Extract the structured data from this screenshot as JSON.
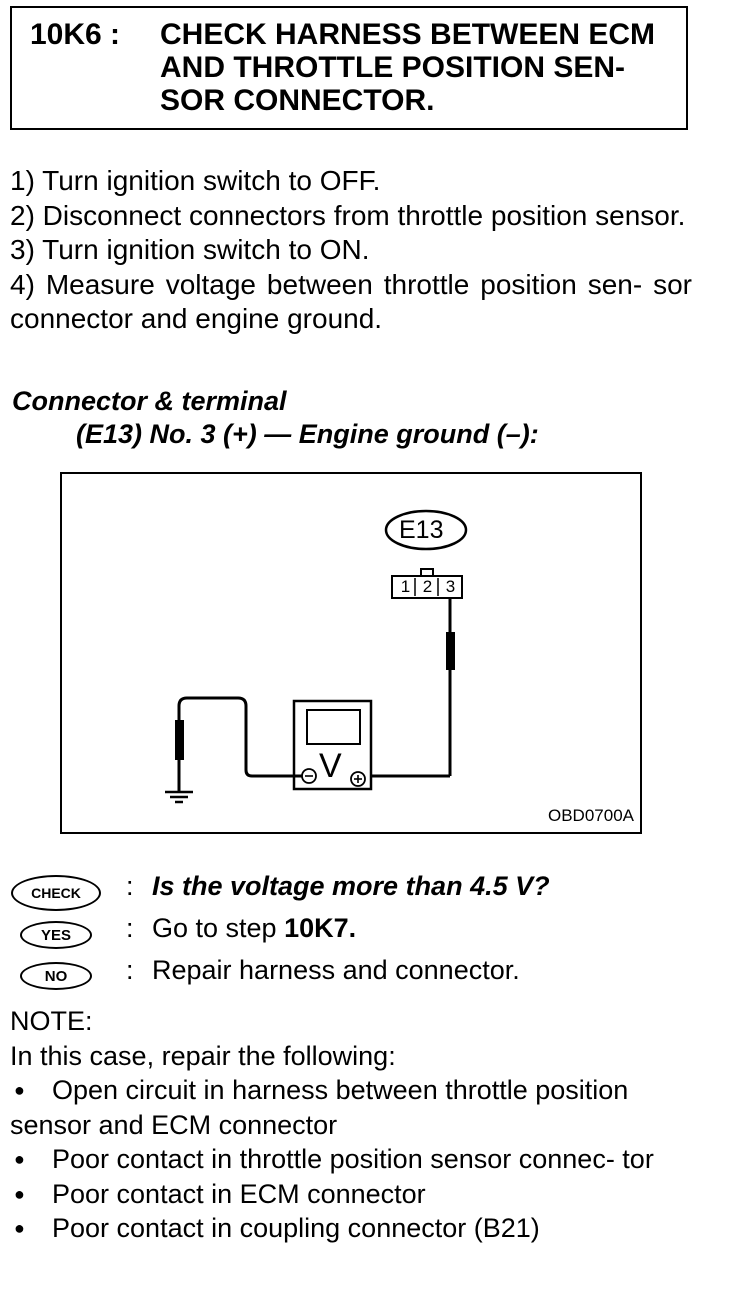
{
  "header": {
    "code": "10K6 :",
    "title": "CHECK HARNESS BETWEEN ECM AND THROTTLE POSITION SEN- SOR CONNECTOR."
  },
  "steps": [
    "1) Turn ignition switch to OFF.",
    "2) Disconnect connectors from throttle position sensor.",
    "3) Turn ignition switch to ON.",
    "4) Measure voltage between throttle position sen- sor connector and engine ground."
  ],
  "connector_terminal": {
    "heading": "Connector & terminal",
    "line": "(E13) No. 3 (+) — Engine ground (–):"
  },
  "diagram": {
    "connector_label": "E13",
    "pins": [
      "1",
      "2",
      "3"
    ],
    "meter_symbol": "V",
    "figure_code": "OBD0700A"
  },
  "answers": {
    "check_badge": "CHECK",
    "check_text": "Is the voltage more than 4.5 V?",
    "yes_badge": "YES",
    "yes_text": "Go to step",
    "yes_step": "10K7.",
    "no_badge": "NO",
    "no_text": "Repair harness and connector.",
    "colon": ":"
  },
  "note": {
    "title": "NOTE:",
    "intro": "In this case, repair the following:",
    "bullets": [
      "Open circuit in harness between throttle position sensor and ECM connector",
      "Poor contact in throttle position sensor connec- tor",
      "Poor contact in ECM connector",
      "Poor contact in coupling connector (B21)"
    ]
  }
}
